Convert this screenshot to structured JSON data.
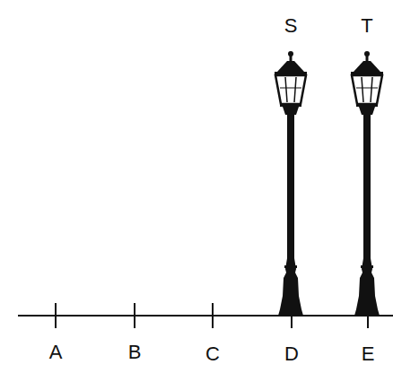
{
  "diagram": {
    "labels": [
      "A",
      "B",
      "C",
      "D",
      "E",
      "S",
      "T"
    ]
  }
}
